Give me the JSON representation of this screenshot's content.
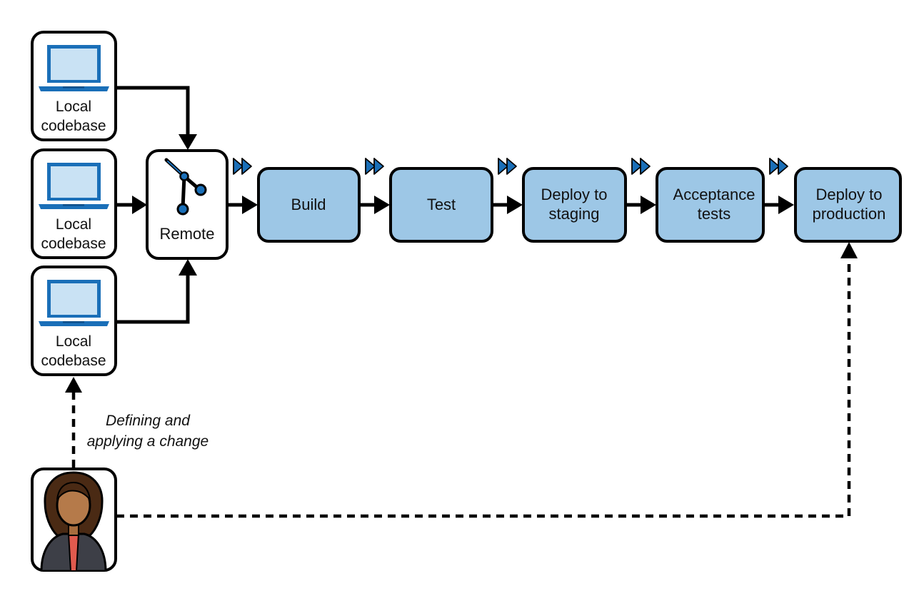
{
  "colors": {
    "stage_fill": "#9dc7e6",
    "stroke": "#000000",
    "laptop_blue": "#1a6fb8",
    "laptop_screen": "#c9e2f4",
    "git_blue": "#1a6fb8",
    "fast_forward": "#1a6fb8",
    "skin": "#b57a4a",
    "hair": "#4a2a14",
    "jacket": "#3d3f47",
    "shirt": "#e05a4e"
  },
  "local_codebases": [
    {
      "line1": "Local",
      "line2": "codebase",
      "icon": "laptop-icon"
    },
    {
      "line1": "Local",
      "line2": "codebase",
      "icon": "laptop-icon"
    },
    {
      "line1": "Local",
      "line2": "codebase",
      "icon": "laptop-icon"
    }
  ],
  "remote": {
    "label": "Remote",
    "icon": "git-branch-icon"
  },
  "stages": [
    {
      "line1": "Build",
      "line2": ""
    },
    {
      "line1": "Test",
      "line2": ""
    },
    {
      "line1": "Deploy to",
      "line2": "staging"
    },
    {
      "line1": "Acceptance",
      "line2": "tests"
    },
    {
      "line1": "Deploy to",
      "line2": "production"
    }
  ],
  "trigger_icon": "fast-forward-icon",
  "person": {
    "icon": "person-icon"
  },
  "annotation": {
    "line1": "Defining and",
    "line2": "applying a change"
  }
}
